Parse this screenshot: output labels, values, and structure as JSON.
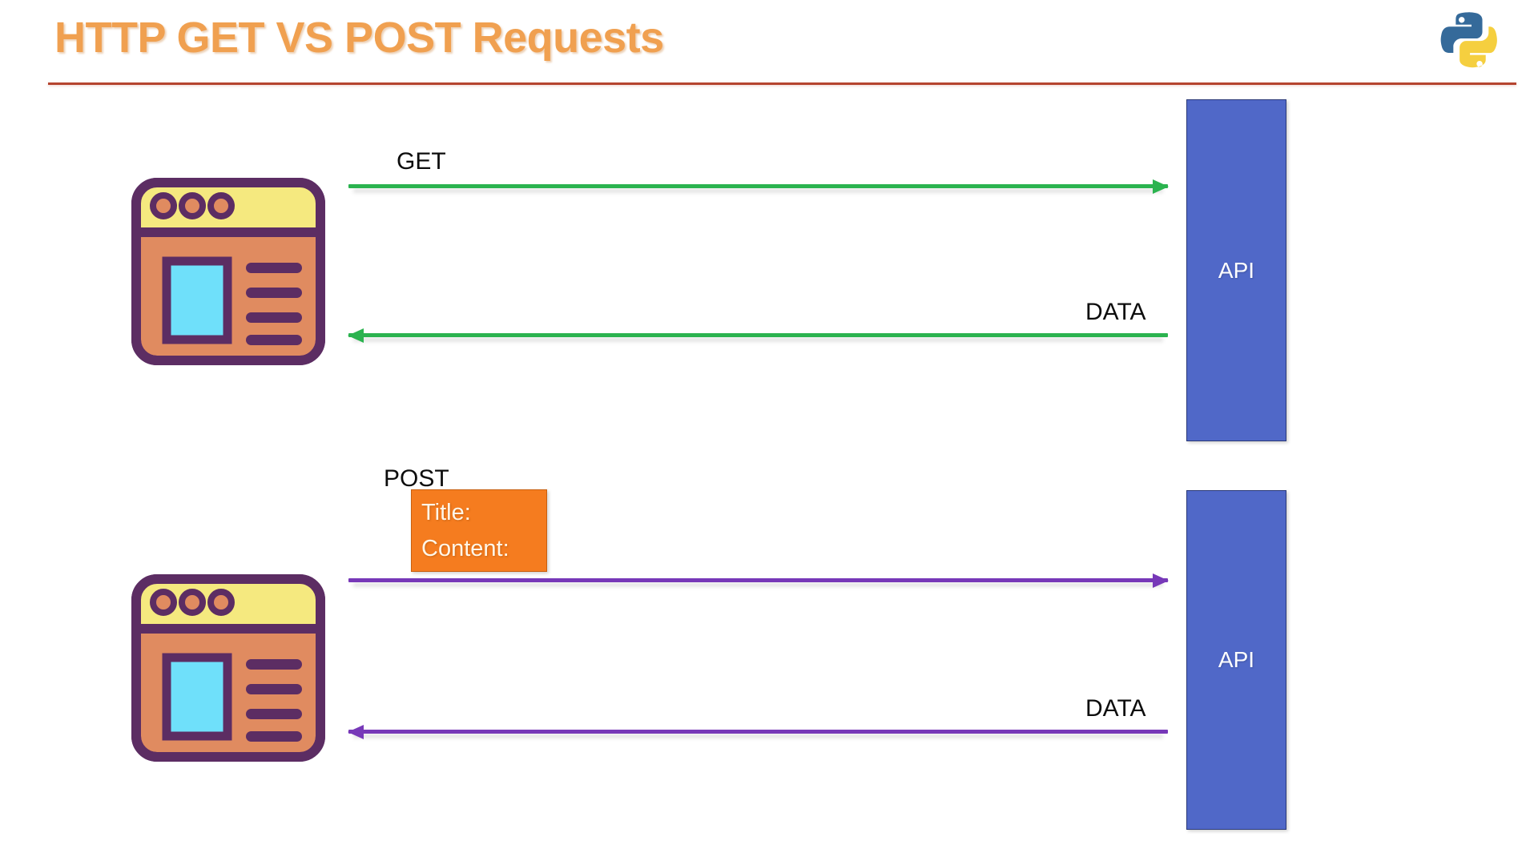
{
  "slide": {
    "title": "HTTP GET VS POST Requests",
    "accent_title_color": "#f0a050",
    "rule_color": "#b5442f",
    "background": "#ffffff"
  },
  "logo": {
    "name": "python-logo",
    "blue": "#356a9a",
    "yellow": "#f5cf3f"
  },
  "flows": [
    {
      "id": "get-flow",
      "method_label": "GET",
      "arrow_color": "#2bb34f",
      "response_label": "DATA",
      "endpoint_label": "API",
      "endpoint_color": "#5068c8",
      "request_direction": "right",
      "response_direction": "left"
    },
    {
      "id": "post-flow",
      "method_label": "POST",
      "arrow_color": "#7738b8",
      "response_label": "DATA",
      "endpoint_label": "API",
      "endpoint_color": "#5068c8",
      "request_direction": "right",
      "response_direction": "left",
      "payload": {
        "box_color": "#f57c1f",
        "fields": [
          "Title:",
          "Content:"
        ]
      }
    }
  ],
  "client_icon": {
    "name": "browser-window-icon",
    "outline": "#5c2d63",
    "titlebar": "#f5e97f",
    "body": "#e08b60",
    "image_placeholder": "#6fe0fa",
    "dot_fill": "#e08b60",
    "dot_count": 3,
    "text_line_count": 4
  }
}
